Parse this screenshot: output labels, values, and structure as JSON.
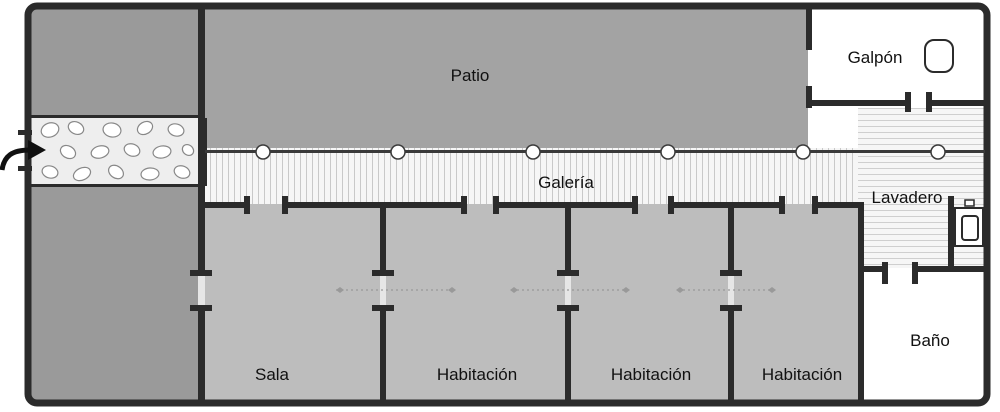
{
  "rooms": {
    "patio": "Patio",
    "galpon": "Galpón",
    "galeria": "Galería",
    "lavadero": "Lavadero",
    "sala": "Sala",
    "habitacion_1": "Habitación",
    "habitacion_2": "Habitación",
    "habitacion_3": "Habitación",
    "bano": "Baño"
  },
  "colors": {
    "wall": "#2b2b2b",
    "patio": "#a3a3a3",
    "side_block": "#9a9a9a",
    "rooms": "#bdbdbd",
    "galeria": "#f4f4f4",
    "entrance": "#eeeeee",
    "white": "#ffffff"
  },
  "icons": [
    "entrance-arrow-icon",
    "column-icon",
    "sink-icon",
    "water-tank-icon"
  ]
}
